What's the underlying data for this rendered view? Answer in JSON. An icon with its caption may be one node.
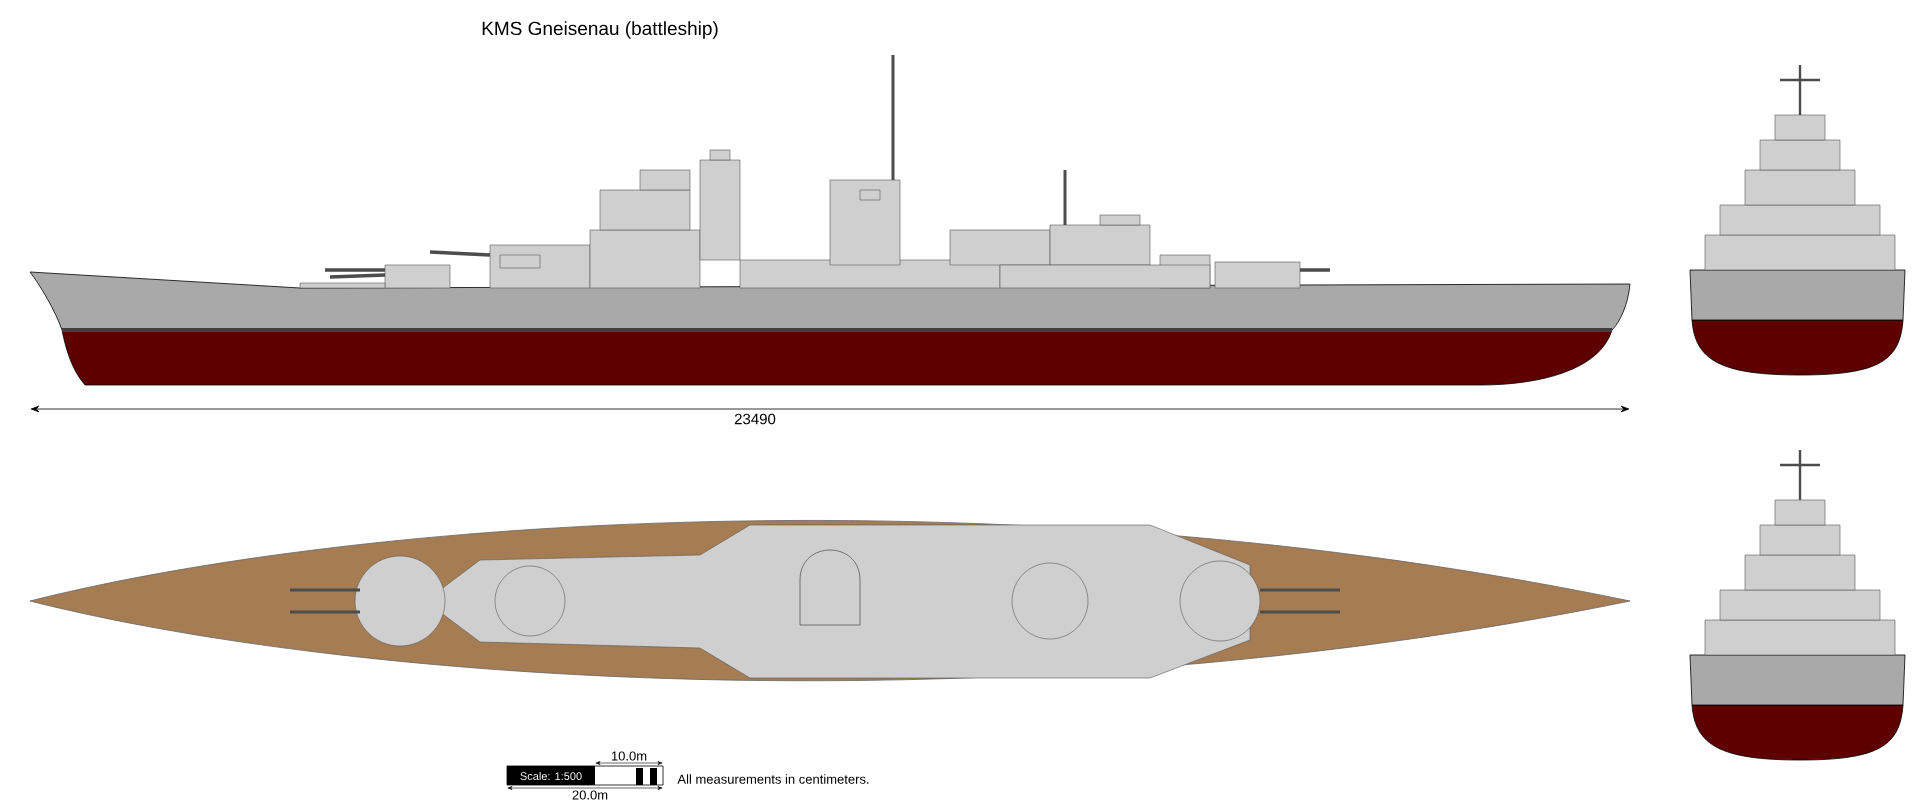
{
  "diagram": {
    "title": "KMS Gneisenau (battleship)",
    "labels": [
      "23490",
      "10.0m",
      "Scale: 1:500",
      "20.0m",
      "All measurements in centimeters."
    ]
  }
}
